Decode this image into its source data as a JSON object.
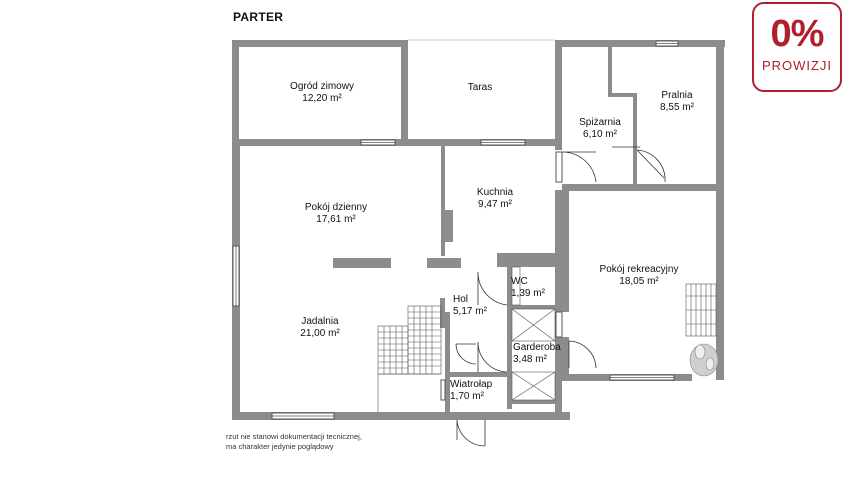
{
  "title": "PARTER",
  "rooms": [
    {
      "id": "ogrod",
      "name": "Ogród zimowy",
      "area": "12,20 m²"
    },
    {
      "id": "taras",
      "name": "Taras",
      "area": ""
    },
    {
      "id": "spizarnia",
      "name": "Spiżarnia",
      "area": "6,10 m²"
    },
    {
      "id": "pralnia",
      "name": "Pralnia",
      "area": "8,55 m²"
    },
    {
      "id": "pokoj-dzienny",
      "name": "Pokój dzienny",
      "area": "17,61 m²"
    },
    {
      "id": "kuchnia",
      "name": "Kuchnia",
      "area": "9,47 m²"
    },
    {
      "id": "pokoj-rekreacyjny",
      "name": "Pokój rekreacyjny",
      "area": "18,05 m²"
    },
    {
      "id": "wc",
      "name": "WC",
      "area": "1,39 m²"
    },
    {
      "id": "hol",
      "name": "Hol",
      "area": "5,17 m²"
    },
    {
      "id": "jadalnia",
      "name": "Jadalnia",
      "area": "21,00 m²"
    },
    {
      "id": "garderoba",
      "name": "Garderoba",
      "area": "3,48 m²"
    },
    {
      "id": "wiatrolap",
      "name": "Wiatrołap",
      "area": "1,70 m²"
    }
  ],
  "note": {
    "line1": "rzut nie stanowi dokumentacji tecnicznej,",
    "line2": "ma charakter jedynie poglądowy"
  },
  "badge": {
    "big": "0%",
    "small": "PROWIZJI",
    "color": "#b0202c"
  },
  "colors": {
    "wall": "#8c8c8c",
    "window": "#ffffff",
    "line": "#555555"
  }
}
